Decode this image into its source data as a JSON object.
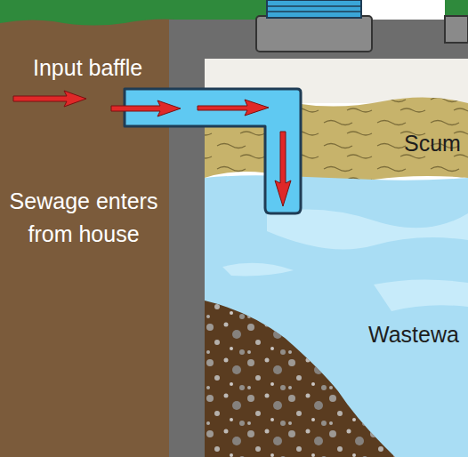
{
  "diagram": {
    "labels": [
      "Input baffle",
      "Scum",
      "Sewage enters from house",
      "Wastewa"
    ]
  }
}
